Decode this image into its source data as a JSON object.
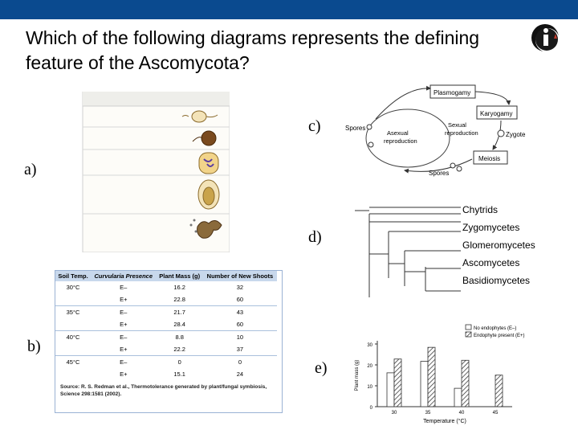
{
  "slide": {
    "title": "Which of the following diagrams represents the defining feature of the Ascomycota?",
    "accent_color": "#0a4a8f",
    "info_icon": "info-circle-icon"
  },
  "options": {
    "a": "a)",
    "b": "b)",
    "c": "c)",
    "d": "d)",
    "e": "e)"
  },
  "panel_c": {
    "plasmogamy": "Plasmogamy",
    "karyogamy": "Karyogamy",
    "spores_left": "Spores",
    "asexual": "Asexual",
    "reproduction_a": "reproduction",
    "sexual": "Sexual",
    "reproduction_s": "reproduction",
    "zygote": "Zygote",
    "meiosis": "Meiosis",
    "spores_bottom": "Spores"
  },
  "panel_d": {
    "taxa": [
      "Chytrids",
      "Zygomycetes",
      "Glomeromycetes",
      "Ascomycetes",
      "Basidiomycetes"
    ]
  },
  "panel_b": {
    "headers": [
      "Soil Temp.",
      "Curvularia Presence",
      "Plant Mass (g)",
      "Number of New Shoots"
    ],
    "rows": [
      [
        "30°C",
        "E–",
        "16.2",
        "32"
      ],
      [
        "",
        "E+",
        "22.8",
        "60"
      ],
      [
        "35°C",
        "E–",
        "21.7",
        "43"
      ],
      [
        "",
        "E+",
        "28.4",
        "60"
      ],
      [
        "40°C",
        "E–",
        "8.8",
        "10"
      ],
      [
        "",
        "E+",
        "22.2",
        "37"
      ],
      [
        "45°C",
        "E–",
        "0",
        "0"
      ],
      [
        "",
        "E+",
        "15.1",
        "24"
      ]
    ],
    "source": "Source: R. S. Redman et al., Thermotolerance generated by plant/fungal symbiosis, Science 298:1581 (2002)."
  },
  "chart_data": {
    "type": "bar",
    "categories": [
      "30",
      "35",
      "40",
      "45"
    ],
    "xlabel": "Temperature (°C)",
    "ylabel": "Plant mass (g)",
    "ylim": [
      0,
      30
    ],
    "yticks": [
      "30",
      "20",
      "10",
      "0"
    ],
    "series": [
      {
        "name": "No endophytes (E–)",
        "values": [
          16.2,
          21.7,
          8.8,
          0
        ],
        "color": "#ffffff"
      },
      {
        "name": "Endophyte present (E+)",
        "values": [
          22.8,
          28.4,
          22.2,
          15.1
        ],
        "color": "#hatch"
      }
    ],
    "legend": "top-right"
  }
}
